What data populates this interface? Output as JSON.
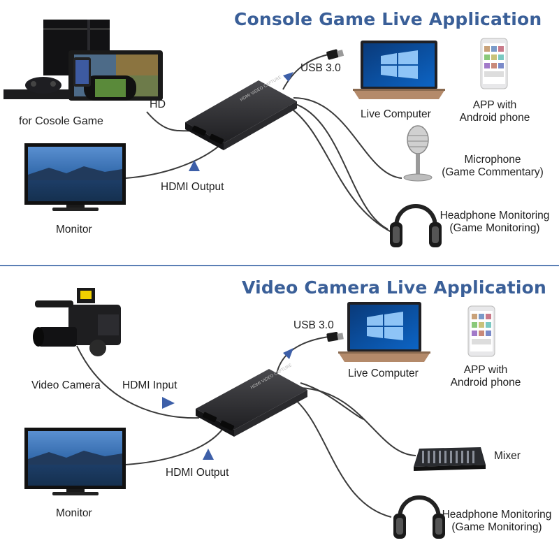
{
  "top": {
    "title": "Console Game Live Application",
    "labels": {
      "console": "for Cosole Game",
      "hd": "HD",
      "usb": "USB 3.0",
      "live_computer": "Live Computer",
      "app_line1": "APP with",
      "app_line2": "Android phone",
      "mic_line1": "Microphone",
      "mic_line2": "(Game Commentary)",
      "hdmi_output": "HDMI Output",
      "monitor": "Monitor",
      "headphone_line1": "Headphone Monitoring",
      "headphone_line2": "(Game Monitoring)"
    }
  },
  "bottom": {
    "title": "Video Camera Live Application",
    "labels": {
      "usb": "USB 3.0",
      "live_computer": "Live Computer",
      "app_line1": "APP with",
      "app_line2": "Android phone",
      "video_camera": "Video Camera",
      "hdmi_input": "HDMI Input",
      "mixer": "Mixer",
      "hdmi_output": "HDMI Output",
      "monitor": "Monitor",
      "headphone_line1": "Headphone Monitoring",
      "headphone_line2": "(Game Monitoring)"
    }
  },
  "colors": {
    "title": "#3a5f98",
    "divider": "#5b7fb5",
    "arrow": "#3d5fa8",
    "cable": "#3a3a3a",
    "device": "#2b2b2e"
  },
  "icons": [
    "game-console-icon",
    "monitor-icon",
    "laptop-icon",
    "phone-icon",
    "microphone-icon",
    "headphone-icon",
    "video-camera-icon",
    "mixer-icon",
    "capture-card-icon",
    "usb-plug-icon"
  ]
}
